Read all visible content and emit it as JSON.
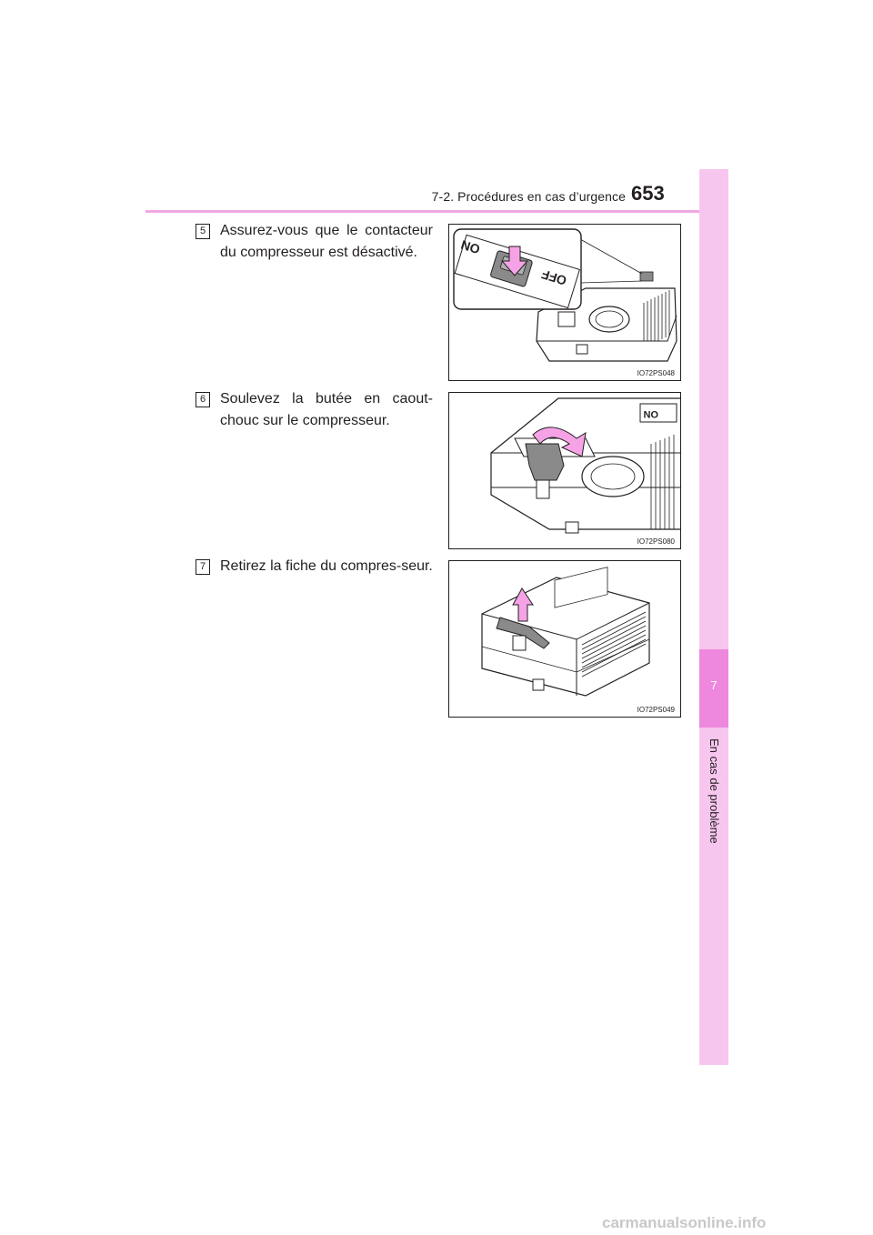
{
  "header": {
    "section_title": "7-2. Procédures en cas d’urgence",
    "page_number": "653"
  },
  "side_tab": {
    "chapter_number": "7",
    "chapter_label": "En cas de problème"
  },
  "steps": [
    {
      "number": "5",
      "text": "Assurez-vous que le contacteur du compresseur est désactivé.",
      "figure_code": "IO72PS048"
    },
    {
      "number": "6",
      "text": "Soulevez la butée en caout-chouc sur le compresseur.",
      "figure_code": "IO72PS080"
    },
    {
      "number": "7",
      "text": "Retirez la fiche du compres-seur.",
      "figure_code": "IO72PS049"
    }
  ],
  "figure1_labels": {
    "on": "ON",
    "off": "OFF"
  },
  "figure2_labels": {
    "on": "ON"
  },
  "colors": {
    "accent_pink": "#f0a8e4",
    "tab_pink": "#f7c6ef",
    "tab_dark_pink": "#ee88de",
    "arrow_pink": "#f5a3e6"
  },
  "watermark": "carmanualsonline.info"
}
